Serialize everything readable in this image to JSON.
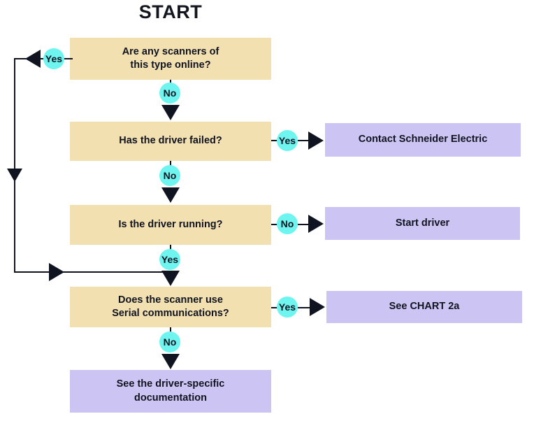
{
  "title": "START",
  "colors": {
    "decision_box": "#f3e0b0",
    "action_box": "#ccc4f2",
    "connector": "#6ff5f0",
    "line": "#101320",
    "background": "#ffffff"
  },
  "nodes": {
    "decision1": "Are any scanners of\nthis type online?",
    "decision1_line1": "Are any scanners of",
    "decision1_line2": "this type online?",
    "decision2": "Has the driver failed?",
    "decision3": "Is the driver running?",
    "decision4_line1": "Does the scanner use",
    "decision4_line2": "Serial communications?",
    "action1": "Contact Schneider Electric",
    "action2": "Start driver",
    "action3": "See CHART 2a",
    "action4_line1": "See the driver-specific",
    "action4_line2": "documentation"
  },
  "labels": {
    "d1_yes": "Yes",
    "d1_no": "No",
    "d2_yes": "Yes",
    "d2_no": "No",
    "d3_no": "No",
    "d3_yes": "Yes",
    "d4_yes": "Yes",
    "d4_no": "No"
  }
}
